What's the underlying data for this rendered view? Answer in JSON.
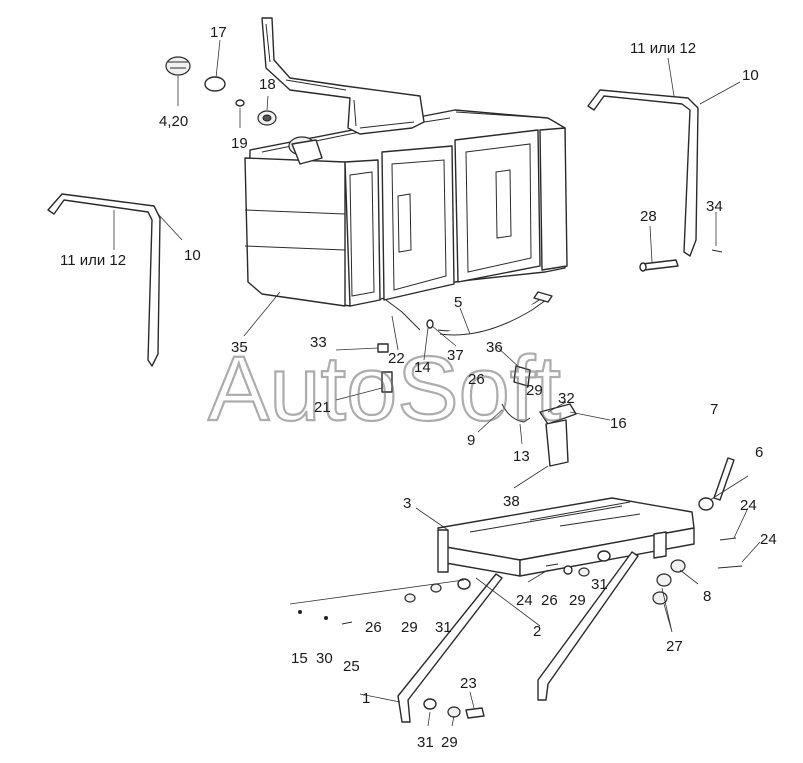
{
  "watermark": "AutoSoft",
  "callouts": [
    {
      "id": "c17",
      "text": "17"
    },
    {
      "id": "c18",
      "text": "18"
    },
    {
      "id": "c4_20",
      "text": "4,20"
    },
    {
      "id": "c19",
      "text": "19"
    },
    {
      "id": "c11_12_left",
      "text": "11 или 12"
    },
    {
      "id": "c10_left",
      "text": "10"
    },
    {
      "id": "c11_12_right",
      "text": "11 или 12"
    },
    {
      "id": "c10_right",
      "text": "10"
    },
    {
      "id": "c28",
      "text": "28"
    },
    {
      "id": "c34",
      "text": "34"
    },
    {
      "id": "c35",
      "text": "35"
    },
    {
      "id": "c5",
      "text": "5"
    },
    {
      "id": "c33",
      "text": "33"
    },
    {
      "id": "c22",
      "text": "22"
    },
    {
      "id": "c14",
      "text": "14"
    },
    {
      "id": "c37",
      "text": "37"
    },
    {
      "id": "c36",
      "text": "36"
    },
    {
      "id": "c26_top",
      "text": "26"
    },
    {
      "id": "c29_top",
      "text": "29"
    },
    {
      "id": "c21",
      "text": "21"
    },
    {
      "id": "c32",
      "text": "32"
    },
    {
      "id": "c16",
      "text": "16"
    },
    {
      "id": "c9",
      "text": "9"
    },
    {
      "id": "c13",
      "text": "13"
    },
    {
      "id": "c7",
      "text": "7"
    },
    {
      "id": "c6",
      "text": "6"
    },
    {
      "id": "c38",
      "text": "38"
    },
    {
      "id": "c3",
      "text": "3"
    },
    {
      "id": "c24_a",
      "text": "24"
    },
    {
      "id": "c24_b",
      "text": "24"
    },
    {
      "id": "c24_c",
      "text": "24"
    },
    {
      "id": "c26_mid",
      "text": "26"
    },
    {
      "id": "c29_mid",
      "text": "29"
    },
    {
      "id": "c31_mid",
      "text": "31"
    },
    {
      "id": "c8",
      "text": "8"
    },
    {
      "id": "c26_low",
      "text": "26"
    },
    {
      "id": "c29_low",
      "text": "29"
    },
    {
      "id": "c31_low",
      "text": "31"
    },
    {
      "id": "c27",
      "text": "27"
    },
    {
      "id": "c2",
      "text": "2"
    },
    {
      "id": "c15",
      "text": "15"
    },
    {
      "id": "c30",
      "text": "30"
    },
    {
      "id": "c25",
      "text": "25"
    },
    {
      "id": "c1",
      "text": "1"
    },
    {
      "id": "c23",
      "text": "23"
    },
    {
      "id": "c31_bot",
      "text": "31"
    },
    {
      "id": "c29_bot",
      "text": "29"
    }
  ]
}
